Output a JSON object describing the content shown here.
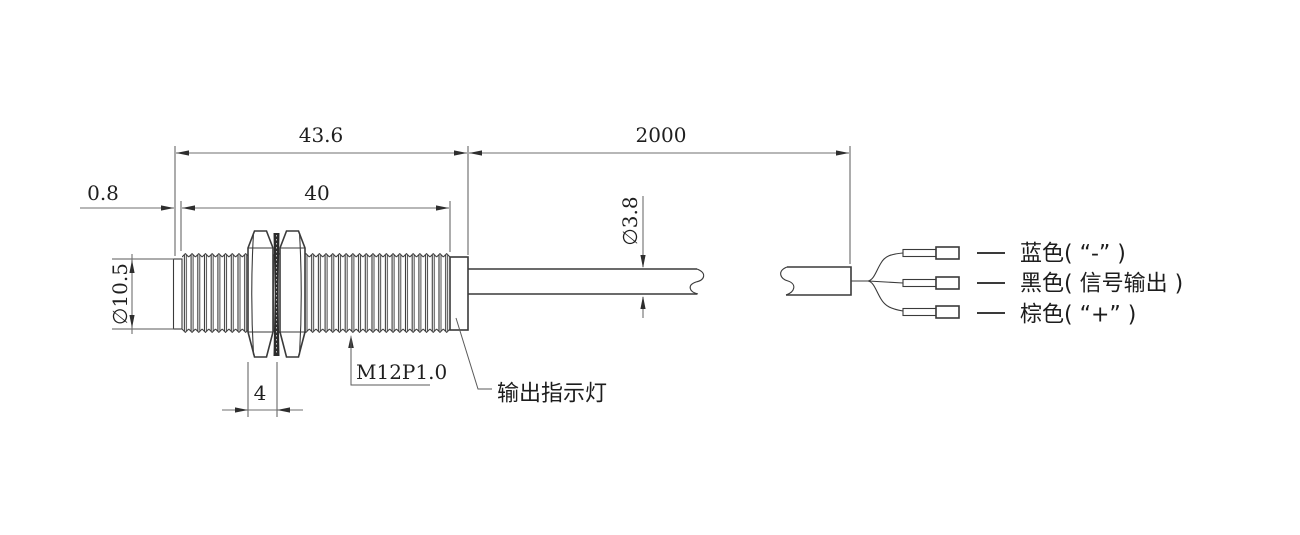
{
  "drawing": {
    "type": "technical-drawing",
    "subject": "M12 proximity sensor with cable and wire terminals",
    "ink_color": "#3a3a3a",
    "dim_line_color": "#6f6f6f",
    "background": "#ffffff",
    "dimensions": {
      "overall_length": "43.6",
      "cable_length": "2000",
      "tip_length": "0.8",
      "thread_length": "40",
      "body_diameter": "∅10.5",
      "cable_diameter": "∅3.8",
      "nut_thickness": "4",
      "thread_spec": "M12P1.0"
    },
    "labels": {
      "indicator": "输出指示灯",
      "wires": [
        {
          "name": "blue-wire",
          "label": "蓝色( “-” )"
        },
        {
          "name": "black-wire",
          "label": "黑色( 信号输出 )"
        },
        {
          "name": "brown-wire",
          "label": "棕色( “+” )"
        }
      ]
    }
  }
}
